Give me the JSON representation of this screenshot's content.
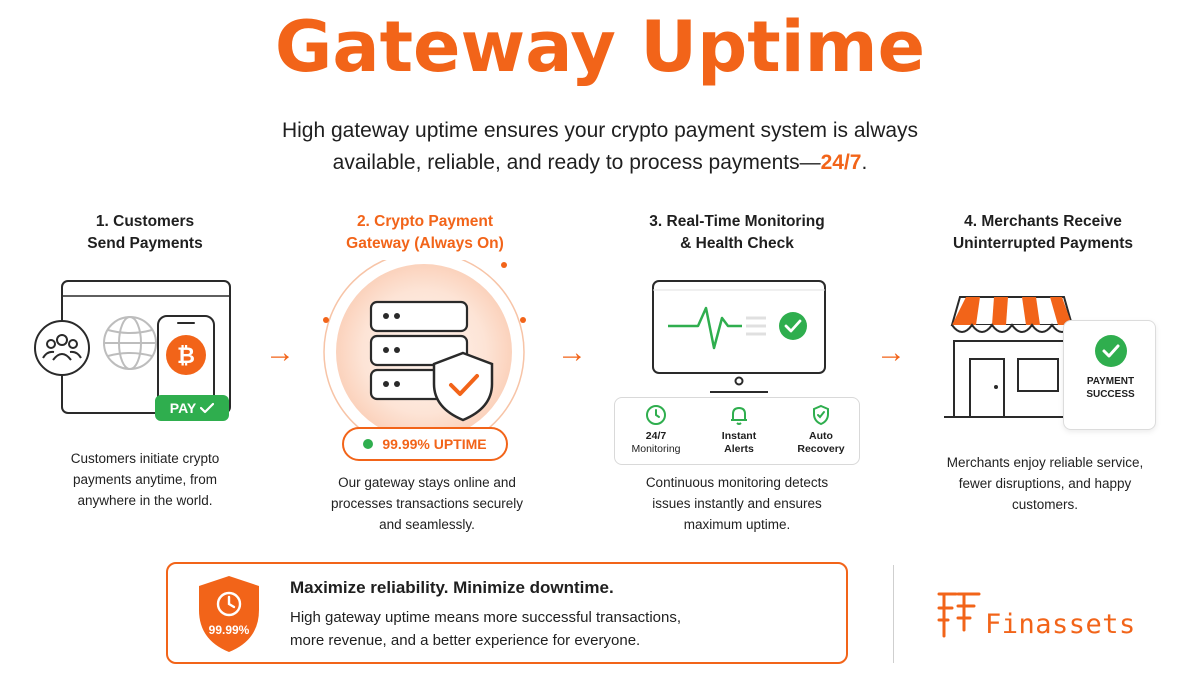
{
  "colors": {
    "accent": "#f26419",
    "dark": "#1f1f1f",
    "green": "#2fae4e",
    "lightOrange": "#fde3d4"
  },
  "title": "Gateway Uptime",
  "subtitle": {
    "line1": "High gateway uptime ensures your crypto payment system is always",
    "line2": "available, reliable, and ready to process payments—",
    "highlight": "24/7",
    "end": "."
  },
  "steps": [
    {
      "line1": "1. Customers",
      "line2": "Send Payments",
      "desc1": "Customers initiate crypto",
      "desc2": "payments anytime, from",
      "desc3": "anywhere in the world."
    },
    {
      "line1": "2. Crypto Payment",
      "line2": "Gateway (Always On)",
      "desc1": "Our gateway stays online and",
      "desc2": "processes transactions securely",
      "desc3": "and seamlessly."
    },
    {
      "line1": "3. Real-Time Monitoring",
      "line2": "& Health Check",
      "desc1": "Continuous monitoring detects",
      "desc2": "issues instantly and ensures",
      "desc3": "maximum uptime."
    },
    {
      "line1": "4. Merchants Receive",
      "line2": "Uninterrupted Payments",
      "desc1": "Merchants enjoy reliable service,",
      "desc2": "fewer disruptions, and happy",
      "desc3": "customers."
    }
  ],
  "pay_label": "PAY",
  "bitcoin_symbol": "₿",
  "uptime_badge": "99.99% UPTIME",
  "monitoring_features": [
    {
      "title": "24/7",
      "sub": "Monitoring",
      "icon": "clock-icon"
    },
    {
      "title": "Instant",
      "sub": "Alerts",
      "icon": "bell-icon"
    },
    {
      "title": "Auto",
      "sub": "Recovery",
      "icon": "shield-check-icon"
    }
  ],
  "payment_card": {
    "line1": "PAYMENT",
    "line2": "SUCCESS"
  },
  "arrow_glyph": "→",
  "bottom": {
    "shield_label": "99.99%",
    "headline": "Maximize reliability. Minimize downtime.",
    "line1": "High gateway uptime means more successful transactions,",
    "line2": "more revenue, and a better experience for everyone."
  },
  "brand": "Finassets"
}
